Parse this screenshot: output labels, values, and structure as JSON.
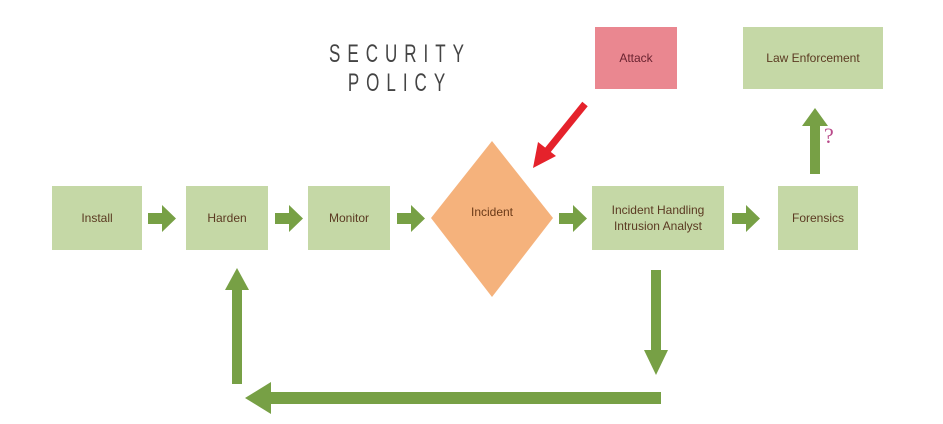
{
  "title": "SECURITY POLICY",
  "nodes": {
    "install": "Install",
    "harden": "Harden",
    "monitor": "Monitor",
    "incident": "Incident",
    "handling": "Incident Handling\nIntrusion Analyst",
    "forensics": "Forensics",
    "attack": "Attack",
    "law": "Law Enforcement"
  },
  "question_mark": "?",
  "colors": {
    "box_green": "#c5d8a6",
    "arrow_green": "#77a045",
    "diamond_orange": "#f5b27c",
    "attack_red": "#ea8790",
    "attack_arrow_red": "#e5222b"
  }
}
